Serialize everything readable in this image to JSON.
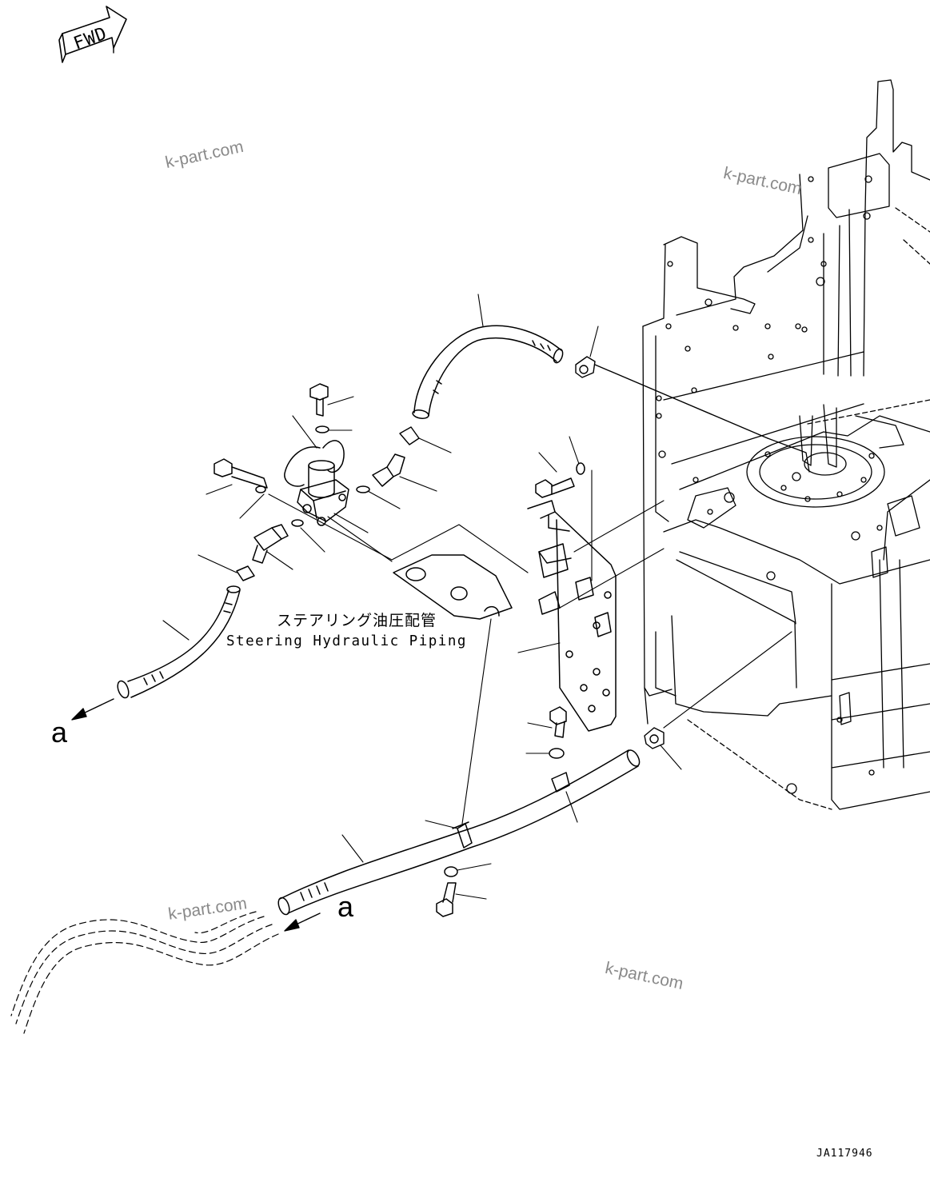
{
  "fwd_label": "FWD",
  "watermarks": [
    "k-part.com",
    "k-part.com",
    "k-part.com",
    "k-part.com"
  ],
  "title": {
    "japanese": "ステアリング油圧配管",
    "english": "Steering Hydraulic Piping"
  },
  "reference_marks": [
    "a",
    "a"
  ],
  "drawing_code": "JA117946",
  "colors": {
    "line": "#000000",
    "watermark": "#8a8a8a",
    "background": "#ffffff"
  }
}
